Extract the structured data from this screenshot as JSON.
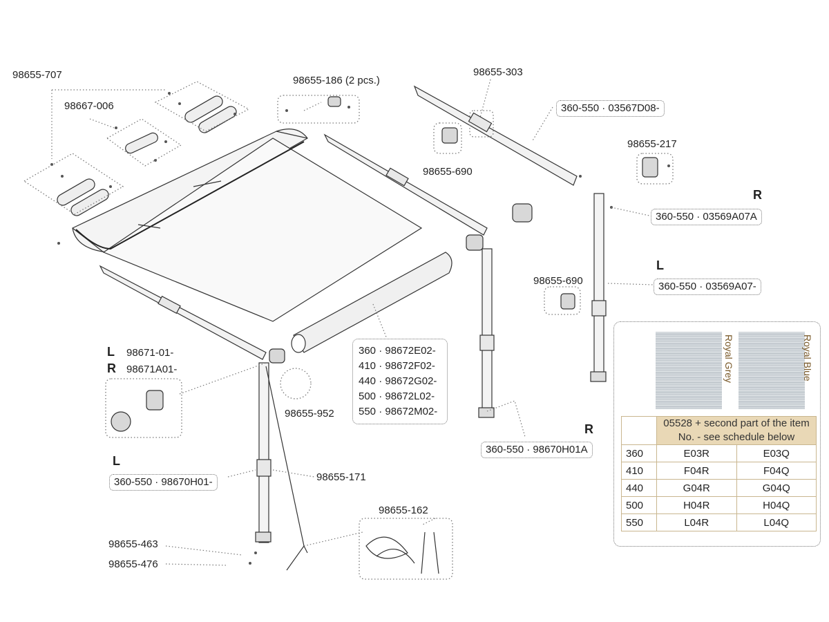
{
  "labels": {
    "p98655_707": "98655-707",
    "p98667_006": "98667-006",
    "p98655_186": "98655-186 (2 pcs.)",
    "p98655_690_top": "98655-690",
    "p98655_303": "98655-303",
    "p360_03567D08": "360-550 · 03567D08-",
    "p98655_217": "98655-217",
    "R_top": "R",
    "p360_03569A07A": "360-550 · 03569A07A",
    "L_mid": "L",
    "p360_03569A07": "360-550 · 03569A07-",
    "p98655_690_mid": "98655-690",
    "L_left": "L",
    "p98671_01": "98671-01-",
    "R_left": "R",
    "p98671A01": "98671A01-",
    "p98655_952": "98655-952",
    "R_right": "R",
    "p98670H01A": "360-550 · 98670H01A",
    "L_low": "L",
    "p98670H01": "360-550 · 98670H01-",
    "p98655_171": "98655-171",
    "p98655_162": "98655-162",
    "p98655_463": "98655-463",
    "p98655_476": "98655-476"
  },
  "roller_sizes": [
    "360 · 98672E02-",
    "410 · 98672F02-",
    "440 · 98672G02-",
    "500 · 98672L02-",
    "550 · 98672M02-"
  ],
  "fabrics": {
    "swatch1_name": "Royal Grey",
    "swatch2_name": "Royal Blue",
    "header": "05528 + second part of the item No. - see schedule below",
    "rows": [
      {
        "size": "360",
        "grey": "E03R",
        "blue": "E03Q"
      },
      {
        "size": "410",
        "grey": "F04R",
        "blue": "F04Q"
      },
      {
        "size": "440",
        "grey": "G04R",
        "blue": "G04Q"
      },
      {
        "size": "500",
        "grey": "H04R",
        "blue": "H04Q"
      },
      {
        "size": "550",
        "grey": "L04R",
        "blue": "L04Q"
      }
    ]
  }
}
